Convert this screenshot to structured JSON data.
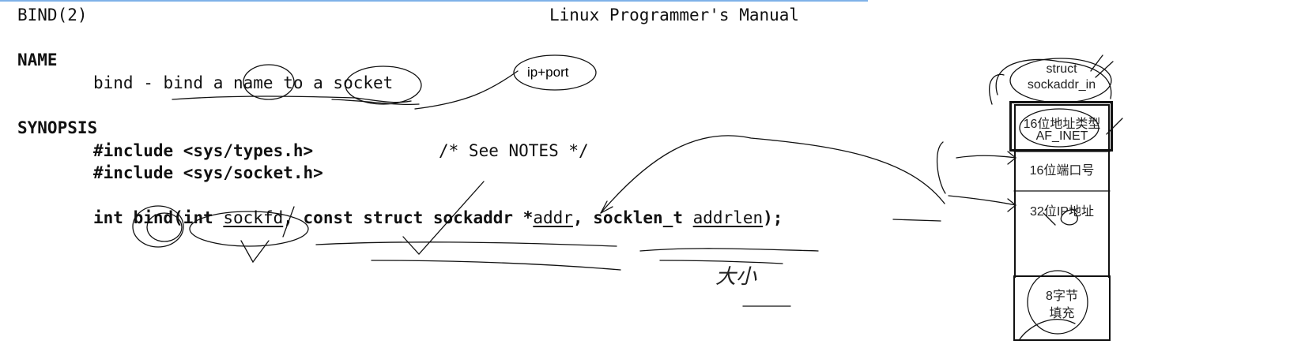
{
  "header": {
    "left": "BIND(2)",
    "center": "Linux Programmer's Manual"
  },
  "name_section": {
    "heading": "NAME",
    "text": "bind - bind a name to a socket"
  },
  "synopsis": {
    "heading": "SYNOPSIS",
    "include1": "#include <sys/types.h>",
    "comment": "/* See NOTES */",
    "include2": "#include <sys/socket.h>",
    "sig": {
      "ret": "int ",
      "fn": "bind",
      "p1_type": "(int ",
      "p1_name": "sockfd",
      "sep1": ", ",
      "p2_type": "const struct sockaddr *",
      "p2_name": "addr",
      "sep2": ", ",
      "p3_type": "socklen_t ",
      "p3_name": "addrlen",
      "end": ");"
    }
  },
  "annotations": {
    "ip_port": "ip+port",
    "size_note": "大小"
  },
  "struct_diagram": {
    "title_line1": "struct",
    "title_line2": "sockaddr_in",
    "field1_line1": "16位地址类型",
    "field1_line2": "AF_INET",
    "field2": "16位端口号",
    "field3": "32位IP地址",
    "field4_line1": "8字节",
    "field4_line2": "填充"
  },
  "colors": {
    "ink": "#111111",
    "top_rule": "#7fb2e8"
  }
}
